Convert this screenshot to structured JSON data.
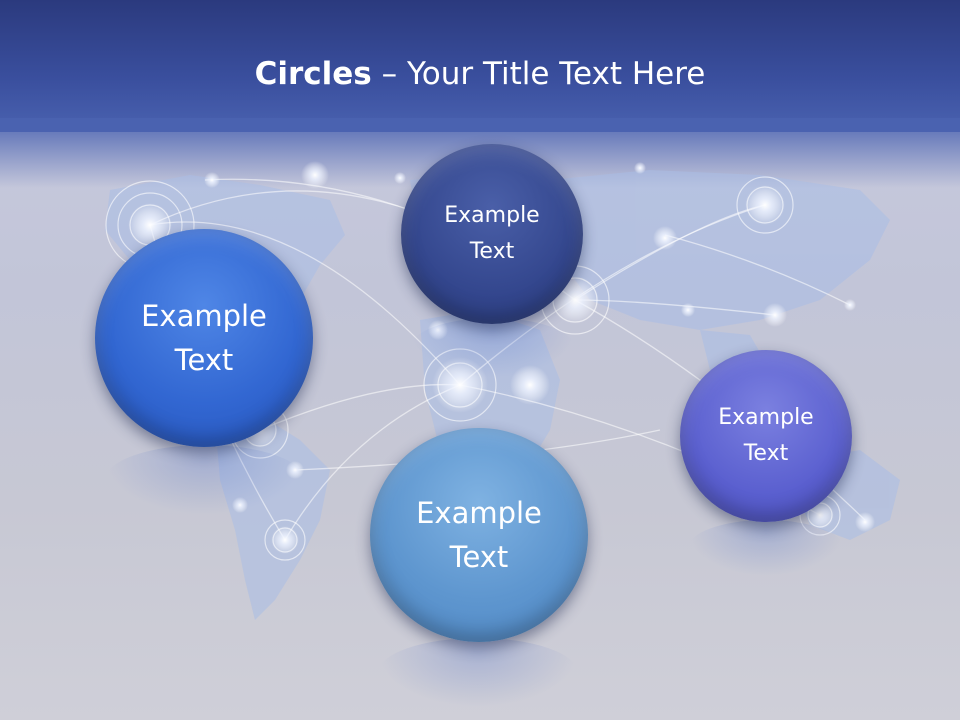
{
  "slide": {
    "title_bold": "Circles",
    "title_rest": " – Your Title Text Here"
  },
  "circles": [
    {
      "label": "Example\nText",
      "color": "#3267d2"
    },
    {
      "label": "Example\nText",
      "color": "#33468d"
    },
    {
      "label": "Example\nText",
      "color": "#5e96cf"
    },
    {
      "label": "Example\nText",
      "color": "#5a5fcf"
    }
  ],
  "colors": {
    "header": "#2b3a7e",
    "background": "#c5c8da"
  }
}
